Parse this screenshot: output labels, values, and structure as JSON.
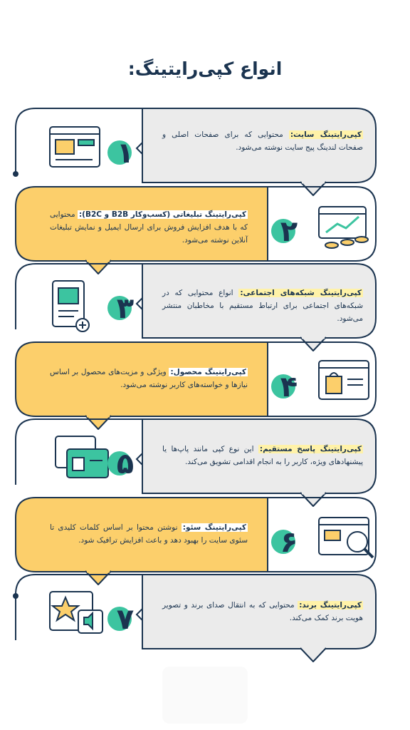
{
  "title": "انواع کپی‌رایتینگ:",
  "colors": {
    "navy": "#1b3450",
    "teal": "#3cc4a0",
    "yellow": "#fccf6b",
    "gray": "#ebebeb"
  },
  "steps": [
    {
      "number": "۱",
      "heading": "کپی‌رایتینگ سایت:",
      "body": "محتوایی که برای صفحات اصلی و صفحات لندینگ پیج سایت نوشته می‌شود.",
      "icon": "website-card-icon"
    },
    {
      "number": "۲",
      "heading": "کپی‌رایتینگ تبلیغاتی (کسب‌وکار B2B و B2C):",
      "body": "محتوایی که با هدف افزایش فروش برای ارسال ایمیل و نمایش تبلیغات آنلاین نوشته می‌شود.",
      "icon": "sales-growth-icon"
    },
    {
      "number": "۳",
      "heading": "کپی‌رایتینگ شبکه‌های اجتماعی:",
      "body": "انواع محتوایی که در شبکه‌های اجتماعی برای ارتباط مستقیم با مخاطبان منتشر می‌شود.",
      "icon": "social-post-icon"
    },
    {
      "number": "۴",
      "heading": "کپی‌رایتینگ محصول:",
      "body": "ویژگی و مزیت‌های محصول بر اساس نیازها و خواسته‌های کاربر نوشته می‌شود.",
      "icon": "product-bag-icon"
    },
    {
      "number": "۵",
      "heading": "کپی‌رایتینگ پاسخ مستقیم:",
      "body": "این نوع کپی مانند پاپ‌ها یا پیشنهادهای ویژه، کاربر را به انجام اقدامی تشویق می‌کند.",
      "icon": "shopping-window-icon"
    },
    {
      "number": "۶",
      "heading": "کپی‌رایتینگ سئو:",
      "body": "نوشتن محتوا بر اساس کلمات کلیدی تا سئوی سایت را بهبود دهد و باعث افزایش ترافیک شود.",
      "icon": "seo-search-icon"
    },
    {
      "number": "۷",
      "heading": "کپی‌رایتینگ برند:",
      "body": "محتوایی که به انتقال صدای برند و تصویر هویت برند کمک می‌کند.",
      "icon": "brand-star-icon"
    }
  ]
}
